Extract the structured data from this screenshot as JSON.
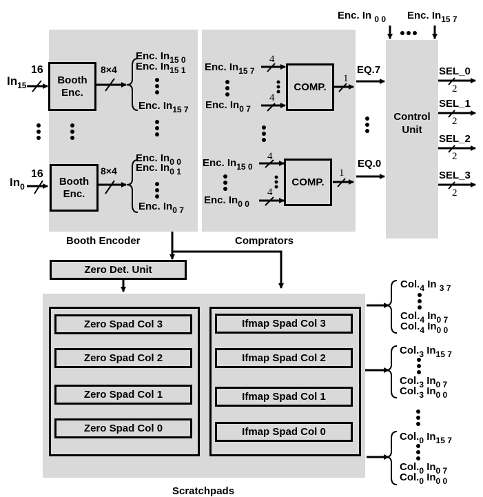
{
  "booth_encoder": {
    "title": "Booth Encoder",
    "units": [
      {
        "input_label": "In",
        "input_sub": "15",
        "bus_width": "16",
        "block_line1": "Booth",
        "block_line2": "Enc.",
        "output_width": "8×4",
        "outputs": [
          {
            "text": "Enc. In",
            "sub": "15 0"
          },
          {
            "text": "Enc. In",
            "sub": "15 1"
          },
          {
            "text": "Enc. In",
            "sub": "15 7"
          }
        ]
      },
      {
        "input_label": "In",
        "input_sub": "0",
        "bus_width": "16",
        "block_line1": "Booth",
        "block_line2": "Enc.",
        "output_width": "8×4",
        "outputs": [
          {
            "text": "Enc. In",
            "sub": "0 0"
          },
          {
            "text": "Enc. In",
            "sub": "0 1"
          },
          {
            "text": "Enc. In",
            "sub": "0 7"
          }
        ]
      }
    ]
  },
  "comparators": {
    "title": "Comprators",
    "units": [
      {
        "inputs": [
          {
            "text": "Enc. In",
            "sub": "15 7",
            "width": "4"
          },
          {
            "text": "Enc. In",
            "sub": "0 7",
            "width": "4"
          }
        ],
        "block": "COMP.",
        "out_width": "1",
        "output": "EQ.7"
      },
      {
        "inputs": [
          {
            "text": "Enc. In",
            "sub": "15 0",
            "width": "4"
          },
          {
            "text": "Enc. In",
            "sub": "0 0",
            "width": "4"
          }
        ],
        "block": "COMP.",
        "out_width": "1",
        "output": "EQ.0"
      }
    ]
  },
  "control_unit": {
    "line1": "Control",
    "line2": "Unit",
    "top_inputs": [
      {
        "text": "Enc. In",
        "sub": "0 0"
      },
      {
        "text": "Enc. In",
        "sub": "15 7"
      }
    ],
    "outputs": [
      {
        "label": "SEL_0",
        "width": "2"
      },
      {
        "label": "SEL_1",
        "width": "2"
      },
      {
        "label": "SEL_2",
        "width": "2"
      },
      {
        "label": "SEL_3",
        "width": "2"
      }
    ]
  },
  "zero_det": {
    "label": "Zero Det. Unit"
  },
  "scratchpads": {
    "title": "Scratchpads",
    "zero_spads": [
      "Zero Spad Col 3",
      "Zero Spad Col 2",
      "Zero Spad Col 1",
      "Zero Spad Col 0"
    ],
    "ifmap_spads": [
      "Ifmap Spad Col 3",
      "Ifmap Spad Col 2",
      "Ifmap Spad Col 1",
      "Ifmap Spad Col 0"
    ],
    "outputs": [
      {
        "col": "4",
        "lines": [
          {
            "col_sub": "4",
            "in_sub": "3 7"
          },
          {
            "col_sub": "4",
            "in_sub": "0 7"
          },
          {
            "col_sub": "4",
            "in_sub": "0 0"
          }
        ]
      },
      {
        "col": "3",
        "lines": [
          {
            "col_sub": "3",
            "in_sub": "15 7"
          },
          {
            "col_sub": "3",
            "in_sub": "0 7"
          },
          {
            "col_sub": "3",
            "in_sub": "0 0"
          }
        ]
      },
      {
        "col": "0",
        "lines": [
          {
            "col_sub": "0",
            "in_sub": "15 7"
          },
          {
            "col_sub": "0",
            "in_sub": "0 7"
          },
          {
            "col_sub": "0",
            "in_sub": "0 0"
          }
        ]
      }
    ],
    "col_prefix": "Col.",
    "in_prefix": "In"
  }
}
